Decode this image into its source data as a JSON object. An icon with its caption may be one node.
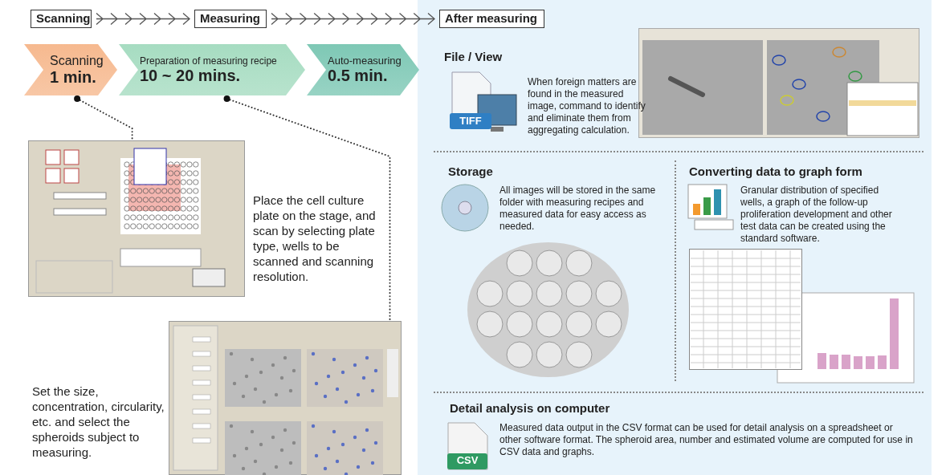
{
  "diagram": {
    "nodes": [
      {
        "text": [
          "Scanning"
        ]
      },
      {
        "text": [
          "Measuring"
        ]
      },
      {
        "text": [
          "After measuring"
        ]
      },
      {
        "text": [
          "Scanning",
          "1 min."
        ]
      },
      {
        "text": [
          "Preparation of measuring recipe",
          "10 ~ 20 mins."
        ]
      },
      {
        "text": [
          "Auto-measuring",
          "0.5 min."
        ]
      },
      {
        "text": [],
        "shape": "picture",
        "beside": [
          "Place the cell culture plate on the stage, and scan by selecting plate type, wells to be scanned and scanning resolution."
        ]
      },
      {
        "text": [],
        "shape": "picture",
        "beside": [
          "Set the size, concentration, circularity, etc. and select the spheroids subject to measuring."
        ]
      }
    ],
    "edges": [
      {
        "from": 0,
        "to": 1,
        "arrow": "to"
      },
      {
        "from": 1,
        "to": 2,
        "arrow": "to"
      },
      {
        "from": 3,
        "to": 6,
        "arrow": "other",
        "style": "dashed"
      },
      {
        "from": 4,
        "to": 7,
        "arrow": "other",
        "style": "dashed"
      }
    ],
    "labels": [
      "File / View",
      "TIFF",
      "When foreign matters are found in the measured image, command to identify and eliminate them from aggregating calculation.",
      "Storage",
      "All images will be stored in the same folder with measuring recipes and measured data for easy access as needed.",
      "Converting data to graph form",
      "Granular distribution of specified wells, a graph of the follow-up proliferation development and other test data can be created using the standard software.",
      "Detail analysis on computer",
      "CSV",
      "Measured data output in the CSV format can be used for detail analysis on a spreadsheet or other software format. The spheroid area, number and estimated volume are computed for use in CSV data and graphs."
    ]
  }
}
